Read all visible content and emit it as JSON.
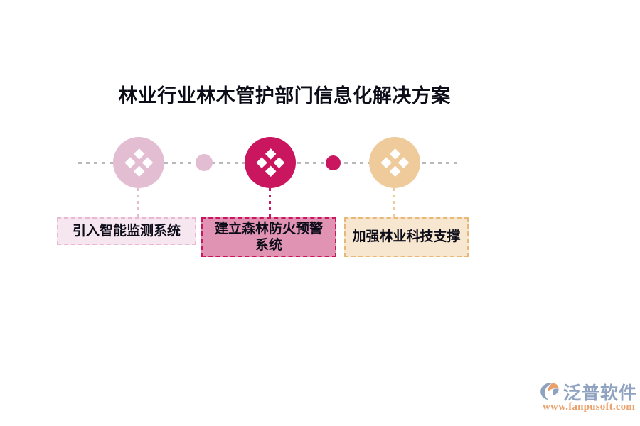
{
  "page": {
    "title": "林业行业林木管护部门信息化解决方案",
    "background_color": "#ffffff"
  },
  "timeline": {
    "track_style": "dashed",
    "track_color": "#b8b8b8",
    "nodes": [
      {
        "id": "node-1",
        "icon": "four-diamond-icon",
        "color": "#e3bdd2",
        "label": "引入智能监测系统",
        "label_background": "#f6e6ef",
        "label_border_color": "#e9b9d3"
      },
      {
        "id": "node-2",
        "icon": "four-diamond-icon",
        "color": "#c9165f",
        "label": "建立森林防火预警系统",
        "label_background": "#e093b2",
        "label_border_color": "#c9165f"
      },
      {
        "id": "node-3",
        "icon": "four-diamond-icon",
        "color": "#efcb9b",
        "label": "加强林业科技支撑",
        "label_background": "#f7e6d0",
        "label_border_color": "#e8b877"
      }
    ],
    "connector_dots": [
      {
        "id": "mini-dot-1",
        "color": "#e3bdd2"
      },
      {
        "id": "mini-dot-2",
        "color": "#c9165f"
      }
    ]
  },
  "brand": {
    "mark": "fanpu-swoosh-logo-icon",
    "name": "泛普软件",
    "url": "www.fanpusoft.com",
    "name_color": "#8fa2c0",
    "url_color": "#e9a06a"
  }
}
